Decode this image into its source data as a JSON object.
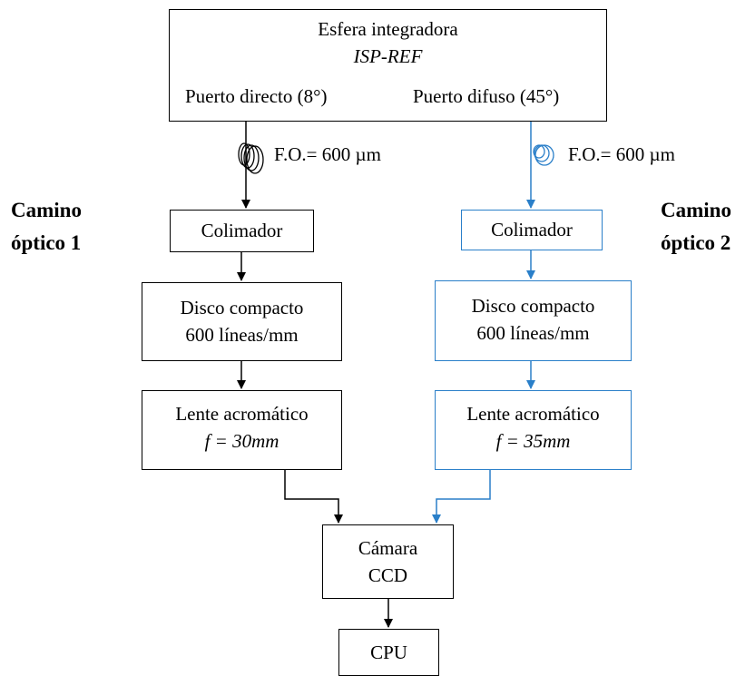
{
  "sphere": {
    "title": "Esfera integradora",
    "model": "ISP-REF",
    "port_direct": "Puerto directo (8°)",
    "port_diffuse": "Puerto difuso (45°)"
  },
  "fiber_labels": {
    "left": "F.O.= 600 µm",
    "right": "F.O.= 600 µm"
  },
  "side_labels": {
    "left_line1": "Camino",
    "left_line2": "óptico 1",
    "right_line1": "Camino",
    "right_line2": "óptico 2"
  },
  "path1": {
    "collimator": "Colimador",
    "disc_line1": "Disco compacto",
    "disc_line2": "600 líneas/mm",
    "lens_line1": "Lente acromático",
    "lens_line2": "f = 30mm"
  },
  "path2": {
    "collimator": "Colimador",
    "disc_line1": "Disco compacto",
    "disc_line2": "600 líneas/mm",
    "lens_line1": "Lente acromático",
    "lens_line2": "f = 35mm"
  },
  "camera": {
    "line1": "Cámara",
    "line2": "CCD"
  },
  "cpu": "CPU",
  "colors": {
    "path1": "#000000",
    "path2": "#2a7fc9"
  }
}
